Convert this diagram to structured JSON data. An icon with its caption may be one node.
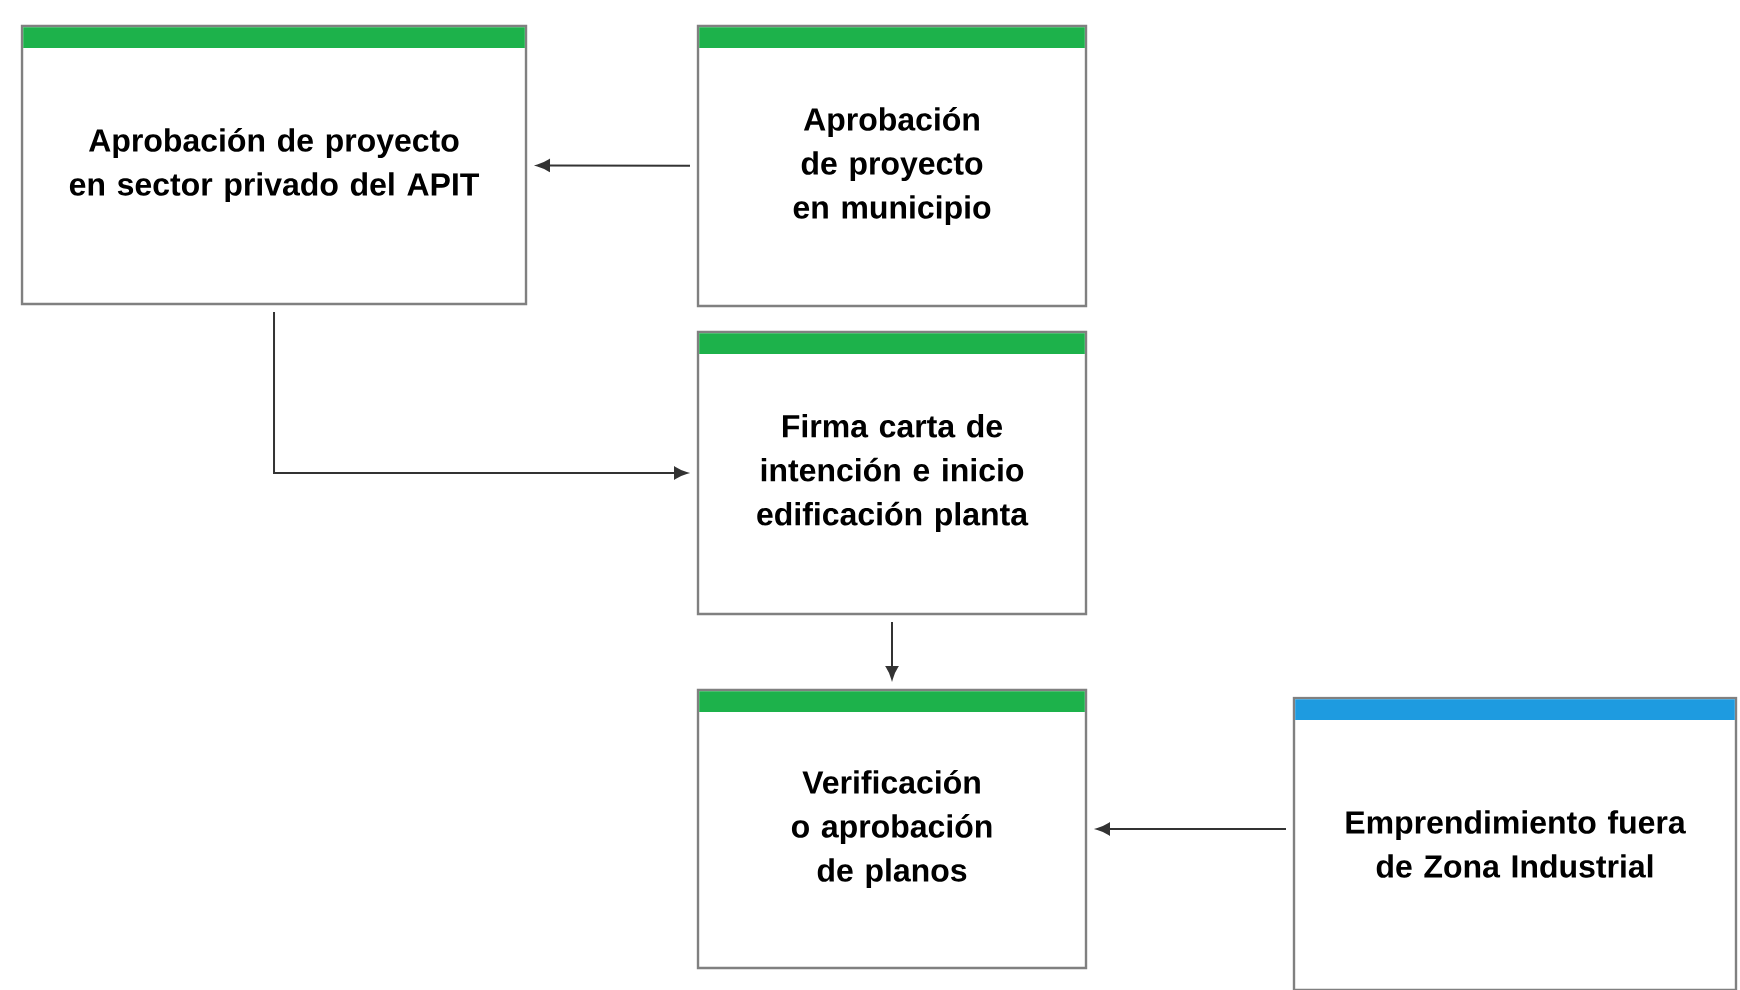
{
  "diagram": {
    "nodes": [
      {
        "text": [
          "Aprobación de proyecto en sector privado del APIT"
        ]
      },
      {
        "text": [
          "Aprobación de proyecto en municipio"
        ]
      },
      {
        "text": [
          "Firma carta de intención e inicio edificación planta"
        ]
      },
      {
        "text": [
          "Verificación o aprobación de planos"
        ]
      },
      {
        "text": [
          "Emprendimiento fuera de Zona Industrial"
        ]
      }
    ],
    "edges": [
      {
        "from": 1,
        "to": 0,
        "arrow": "to"
      },
      {
        "from": 0,
        "to": 2,
        "arrow": "to"
      },
      {
        "from": 2,
        "to": 3,
        "arrow": "to"
      },
      {
        "from": 4,
        "to": 3,
        "arrow": "to"
      }
    ]
  }
}
